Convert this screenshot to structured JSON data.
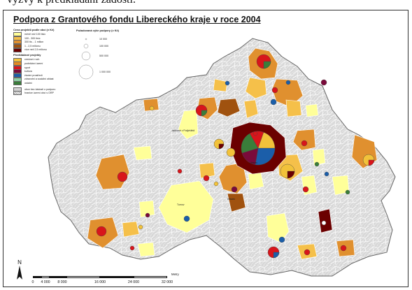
{
  "caption_fragment": "výzvy k předkládání žádostí.",
  "map": {
    "title": "Podpora z Grantového fondu Libereckého kraje v roce 2004",
    "colors": {
      "below_100k": "#ffff99",
      "k100_300": "#f5c04a",
      "k300_1m": "#e0902f",
      "m1_2_5": "#a0520f",
      "over_2_5m": "#6b0000",
      "land": "#cfcfcf",
      "border": "#ffffff"
    }
  },
  "legend": {
    "cost_title": "Cena projektů podle obcí (v Kč)",
    "cost_items": [
      {
        "label": "méně než 100 tisíc",
        "color": "#ffff99"
      },
      {
        "label": "100 - 300 tisíc",
        "color": "#f5c04a"
      },
      {
        "label": "300 tis. - 1 milion",
        "color": "#e0902f"
      },
      {
        "label": "1 - 2,5 milionu",
        "color": "#a0520f"
      },
      {
        "label": "více než 2,5 milionu",
        "color": "#6b0000"
      }
    ],
    "theme_title": "Předkládané projekty",
    "theme_items": [
      {
        "label": "cestovní ruch",
        "color": "#f2c23a"
      },
      {
        "label": "podnikání území",
        "color": "#e58a1f"
      },
      {
        "label": "sport",
        "color": "#d8151b"
      },
      {
        "label": "kultura",
        "color": "#7a0a3a"
      },
      {
        "label": "životní prostředí",
        "color": "#1b5ea9"
      },
      {
        "label": "zdravotní a sociální oblast",
        "color": "#8fd2a6"
      },
      {
        "label": "ostatní",
        "color": "#3a7d3a"
      }
    ],
    "other_items": [
      {
        "label": "obce bez žádostí o podporu",
        "style": "plain"
      },
      {
        "label": "hranice území obcí s ORP",
        "style": "hatch"
      }
    ],
    "size_title": "Požadovaná výše podpory (v Kč)",
    "size_items": [
      "10 000",
      "100 000",
      "500 000",
      "1 000 000"
    ]
  },
  "scale": {
    "unit": "Metry",
    "ticks": [
      "0",
      "4 000",
      "8 000",
      "16 000",
      "24 000",
      "32 000"
    ]
  },
  "north_label": "N",
  "place_labels": [
    "Jablonné v Podještědí",
    "Liberec",
    "Hrádek",
    "Turnov"
  ]
}
